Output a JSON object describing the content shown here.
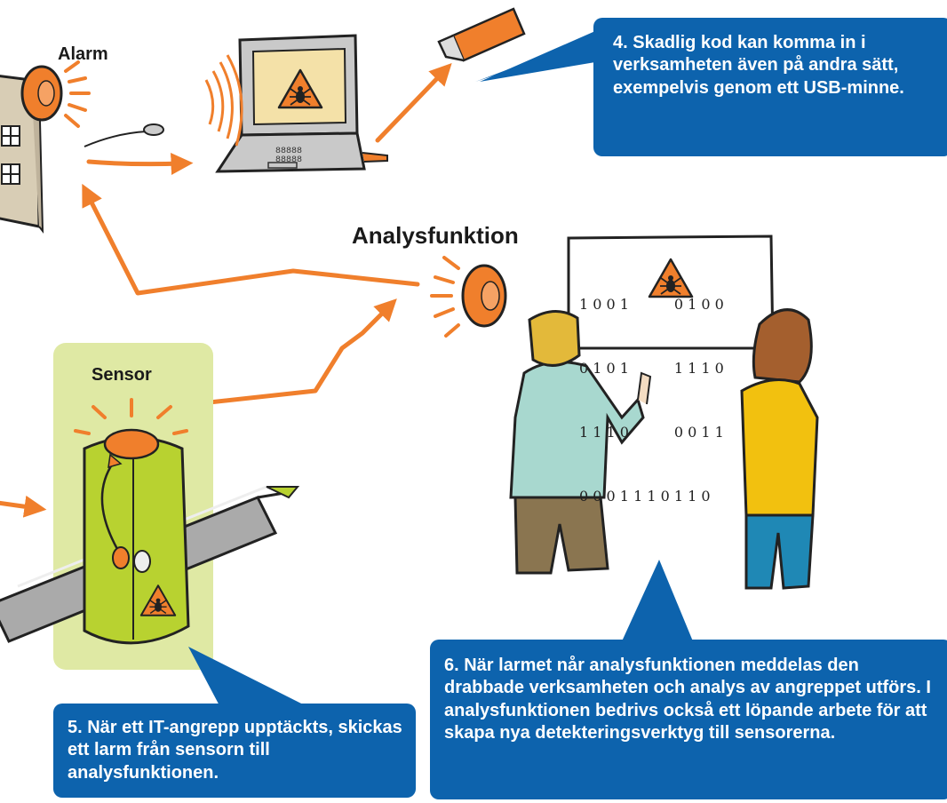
{
  "labels": {
    "alarm": "Alarm",
    "analysis": "Analysfunktion",
    "sensor": "Sensor"
  },
  "callouts": {
    "step4": "4. Skadlig kod kan komma in i verksamheten även på andra sätt, exempelvis genom ett USB-minne.",
    "step5": "5. När ett IT-angrepp upptäckts, skickas ett larm från sensorn till analysfunktionen.",
    "step6": "6. När larmet når analysfunktionen meddelas den drabbade verksamheten och analys av angreppet utförs. I analysfunktionen bedrivs också ett löpande arbete för att skapa nya detekteringsverktyg till sensorerna."
  },
  "screen_binary": {
    "row1": "1 0 0 1          0 1 0 0",
    "row2": "0 1 0 1          1 1 1 0",
    "row3": "1 1 1 0          0 0 1 1",
    "row4": "0 0 0 1 1 1 0 1 1 0"
  },
  "colors": {
    "callout_blue": "#0d63ad",
    "arrow_orange": "#f07f2c",
    "sensor_green": "#b8d230",
    "sensor_bg": "#dfe9a4",
    "man_shirt": "#a8d8cf",
    "woman_shirt": "#f2c10f"
  },
  "icons": [
    "alarm-beacon-icon",
    "laptop-icon",
    "usb-stick-icon",
    "bug-warning-icon",
    "mouse-icon"
  ]
}
